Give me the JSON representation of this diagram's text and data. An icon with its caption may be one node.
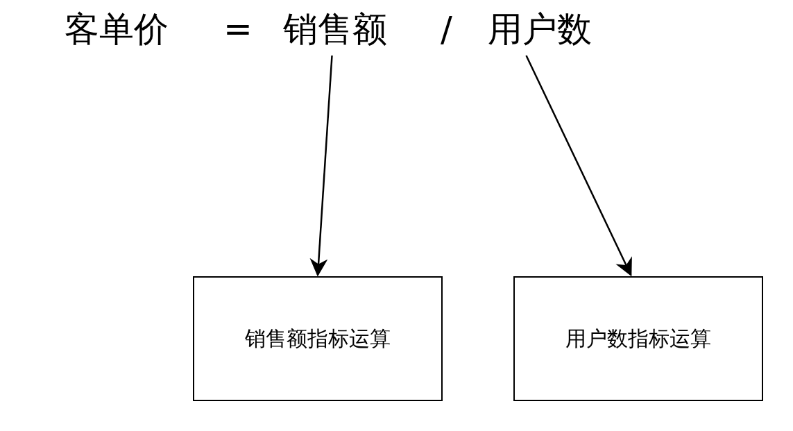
{
  "diagram": {
    "nodes": [
      {
        "text": [
          "销售额"
        ]
      },
      {
        "text": [
          "用户数"
        ]
      },
      {
        "text": [
          "销售额指标运算"
        ]
      },
      {
        "text": [
          "用户数指标运算"
        ]
      }
    ],
    "edges": [
      {
        "from": 0,
        "to": 2,
        "arrow": "to"
      },
      {
        "from": 1,
        "to": 3,
        "arrow": "to"
      }
    ],
    "labels": [
      "客单价",
      "=",
      "/"
    ]
  }
}
